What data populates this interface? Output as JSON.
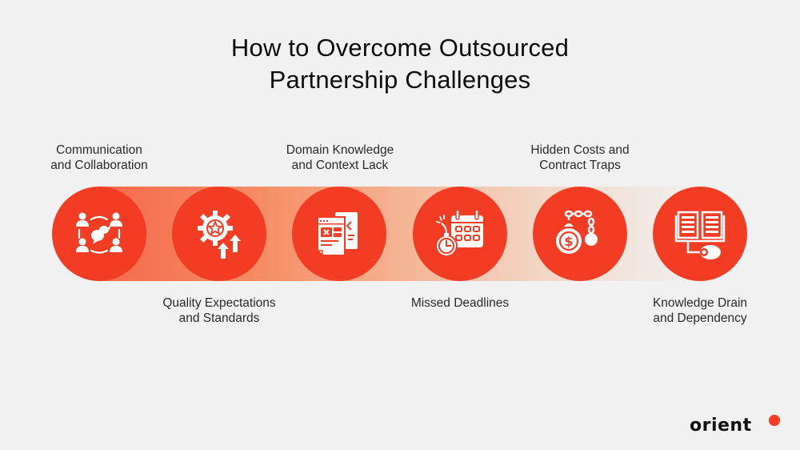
{
  "title": {
    "line1": "How to Overcome Outsourced",
    "line2": "Partnership Challenges"
  },
  "colors": {
    "accent": "#f23c24",
    "background": "#f1f1f1",
    "text": "#2a2a2a"
  },
  "steps": [
    {
      "icon": "team-communication-icon",
      "line1": "Communication",
      "line2": "and Collaboration",
      "position": "top"
    },
    {
      "icon": "quality-gear-star-icon",
      "line1": "Quality Expectations",
      "line2": "and Standards",
      "position": "bottom"
    },
    {
      "icon": "documents-context-icon",
      "line1": "Domain Knowledge",
      "line2": "and Context Lack",
      "position": "top"
    },
    {
      "icon": "calendar-bomb-icon",
      "line1": "Missed Deadlines",
      "line2": "",
      "position": "bottom"
    },
    {
      "icon": "money-chain-ball-icon",
      "line1": "Hidden Costs and",
      "line2": "Contract Traps",
      "position": "top"
    },
    {
      "icon": "book-mouse-icon",
      "line1": "Knowledge Drain",
      "line2": "and Dependency",
      "position": "bottom"
    }
  ],
  "logo": {
    "text": "orient"
  }
}
